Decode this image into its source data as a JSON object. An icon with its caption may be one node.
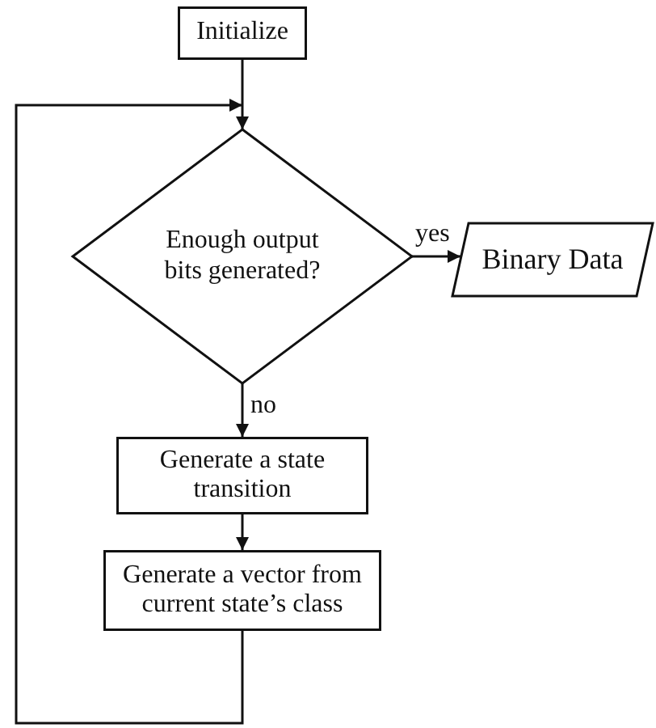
{
  "diagram": {
    "nodes": [
      {
        "text": [
          "Initialize"
        ]
      },
      {
        "text": [
          "Enough output bits generated?"
        ]
      },
      {
        "text": [
          "Binary Data"
        ]
      },
      {
        "text": [
          "Generate a state transition"
        ]
      },
      {
        "text": [
          "Generate a vector from current state’s class"
        ]
      }
    ],
    "edges": [
      {
        "from": 0,
        "to": 1,
        "arrow": "to"
      },
      {
        "from": 1,
        "to": 2,
        "arrow": "to",
        "label": "yes"
      },
      {
        "from": 1,
        "to": 3,
        "arrow": "to",
        "label": "no"
      },
      {
        "from": 3,
        "to": 4,
        "arrow": "to"
      },
      {
        "from": 4,
        "to": 1,
        "arrow": "to"
      }
    ]
  }
}
